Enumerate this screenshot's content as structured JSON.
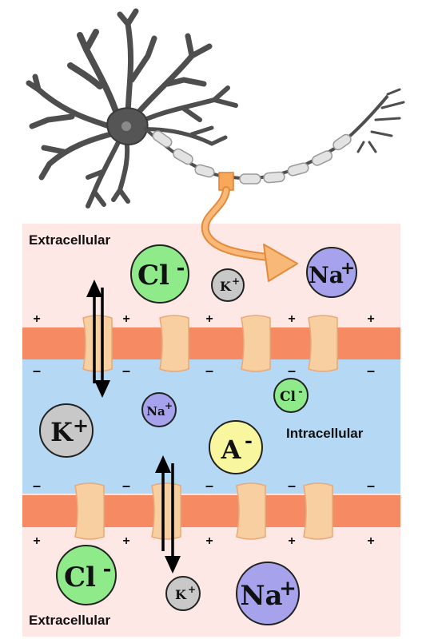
{
  "labels": {
    "extracellular_top": "Extracellular",
    "intracellular": "Intracellular",
    "extracellular_bottom": "Extracellular"
  },
  "ions": {
    "cl_top": {
      "symbol": "Cl",
      "charge": "-"
    },
    "k_top": {
      "symbol": "K",
      "charge": "+"
    },
    "na_top": {
      "symbol": "Na",
      "charge": "+"
    },
    "k_inside": {
      "symbol": "K",
      "charge": "+"
    },
    "na_inside": {
      "symbol": "Na",
      "charge": "+"
    },
    "cl_inside": {
      "symbol": "Cl",
      "charge": "-"
    },
    "a_inside": {
      "symbol": "A",
      "charge": "-"
    },
    "cl_bottom": {
      "symbol": "Cl",
      "charge": "-"
    },
    "k_bottom": {
      "symbol": "K",
      "charge": "+"
    },
    "na_bottom": {
      "symbol": "Na",
      "charge": "+"
    }
  },
  "charge_signs": {
    "plus": "+",
    "minus": "–"
  },
  "colors": {
    "extracellular_bg": "#fde8e6",
    "intracellular_bg": "#b5d9f5",
    "membrane": "#f58a63",
    "channel": "#f8cfa0",
    "cl_fill": "#8fea8a",
    "k_fill": "#c8c8c8",
    "na_fill": "#a6a2ec",
    "a_fill": "#f8f7a0",
    "arrow_orange": "#f7a85a",
    "neuron_fill": "#6a6a6a",
    "myelin": "#e3e3e3"
  }
}
